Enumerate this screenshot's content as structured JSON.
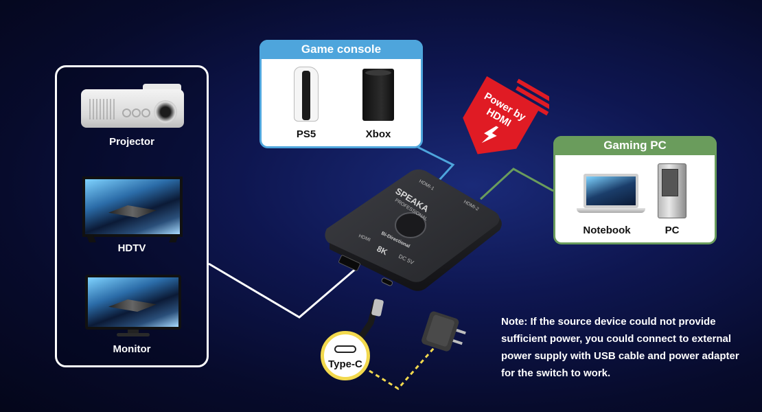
{
  "outputs": [
    {
      "label": "Projector"
    },
    {
      "label": "HDTV"
    },
    {
      "label": "Monitor"
    }
  ],
  "game_console": {
    "title": "Game console",
    "devices": [
      {
        "label": "PS5"
      },
      {
        "label": "Xbox"
      }
    ]
  },
  "gaming_pc": {
    "title": "Gaming PC",
    "devices": [
      {
        "label": "Notebook"
      },
      {
        "label": "PC"
      }
    ]
  },
  "badge": {
    "line1": "Power by",
    "line2": "HDMI"
  },
  "switch": {
    "brand": "SPEAKA",
    "sub": "PROFESSIONAL",
    "port1": "HDMI-1",
    "port2": "HDMI-2",
    "port_out": "HDMI",
    "mode": "Bi-Directional",
    "resolution": "8K",
    "power_label": "DC 5V"
  },
  "connector": {
    "label": "Type-C"
  },
  "note": "Note: If the source device could not provide sufficient power, you could connect to external power supply with USB cable and power adapter for the switch to work.",
  "colors": {
    "console_accent": "#4ea5dc",
    "pc_accent": "#6a9c5c",
    "badge_red": "#e01b24",
    "cable_yellow": "#f2d94e"
  }
}
